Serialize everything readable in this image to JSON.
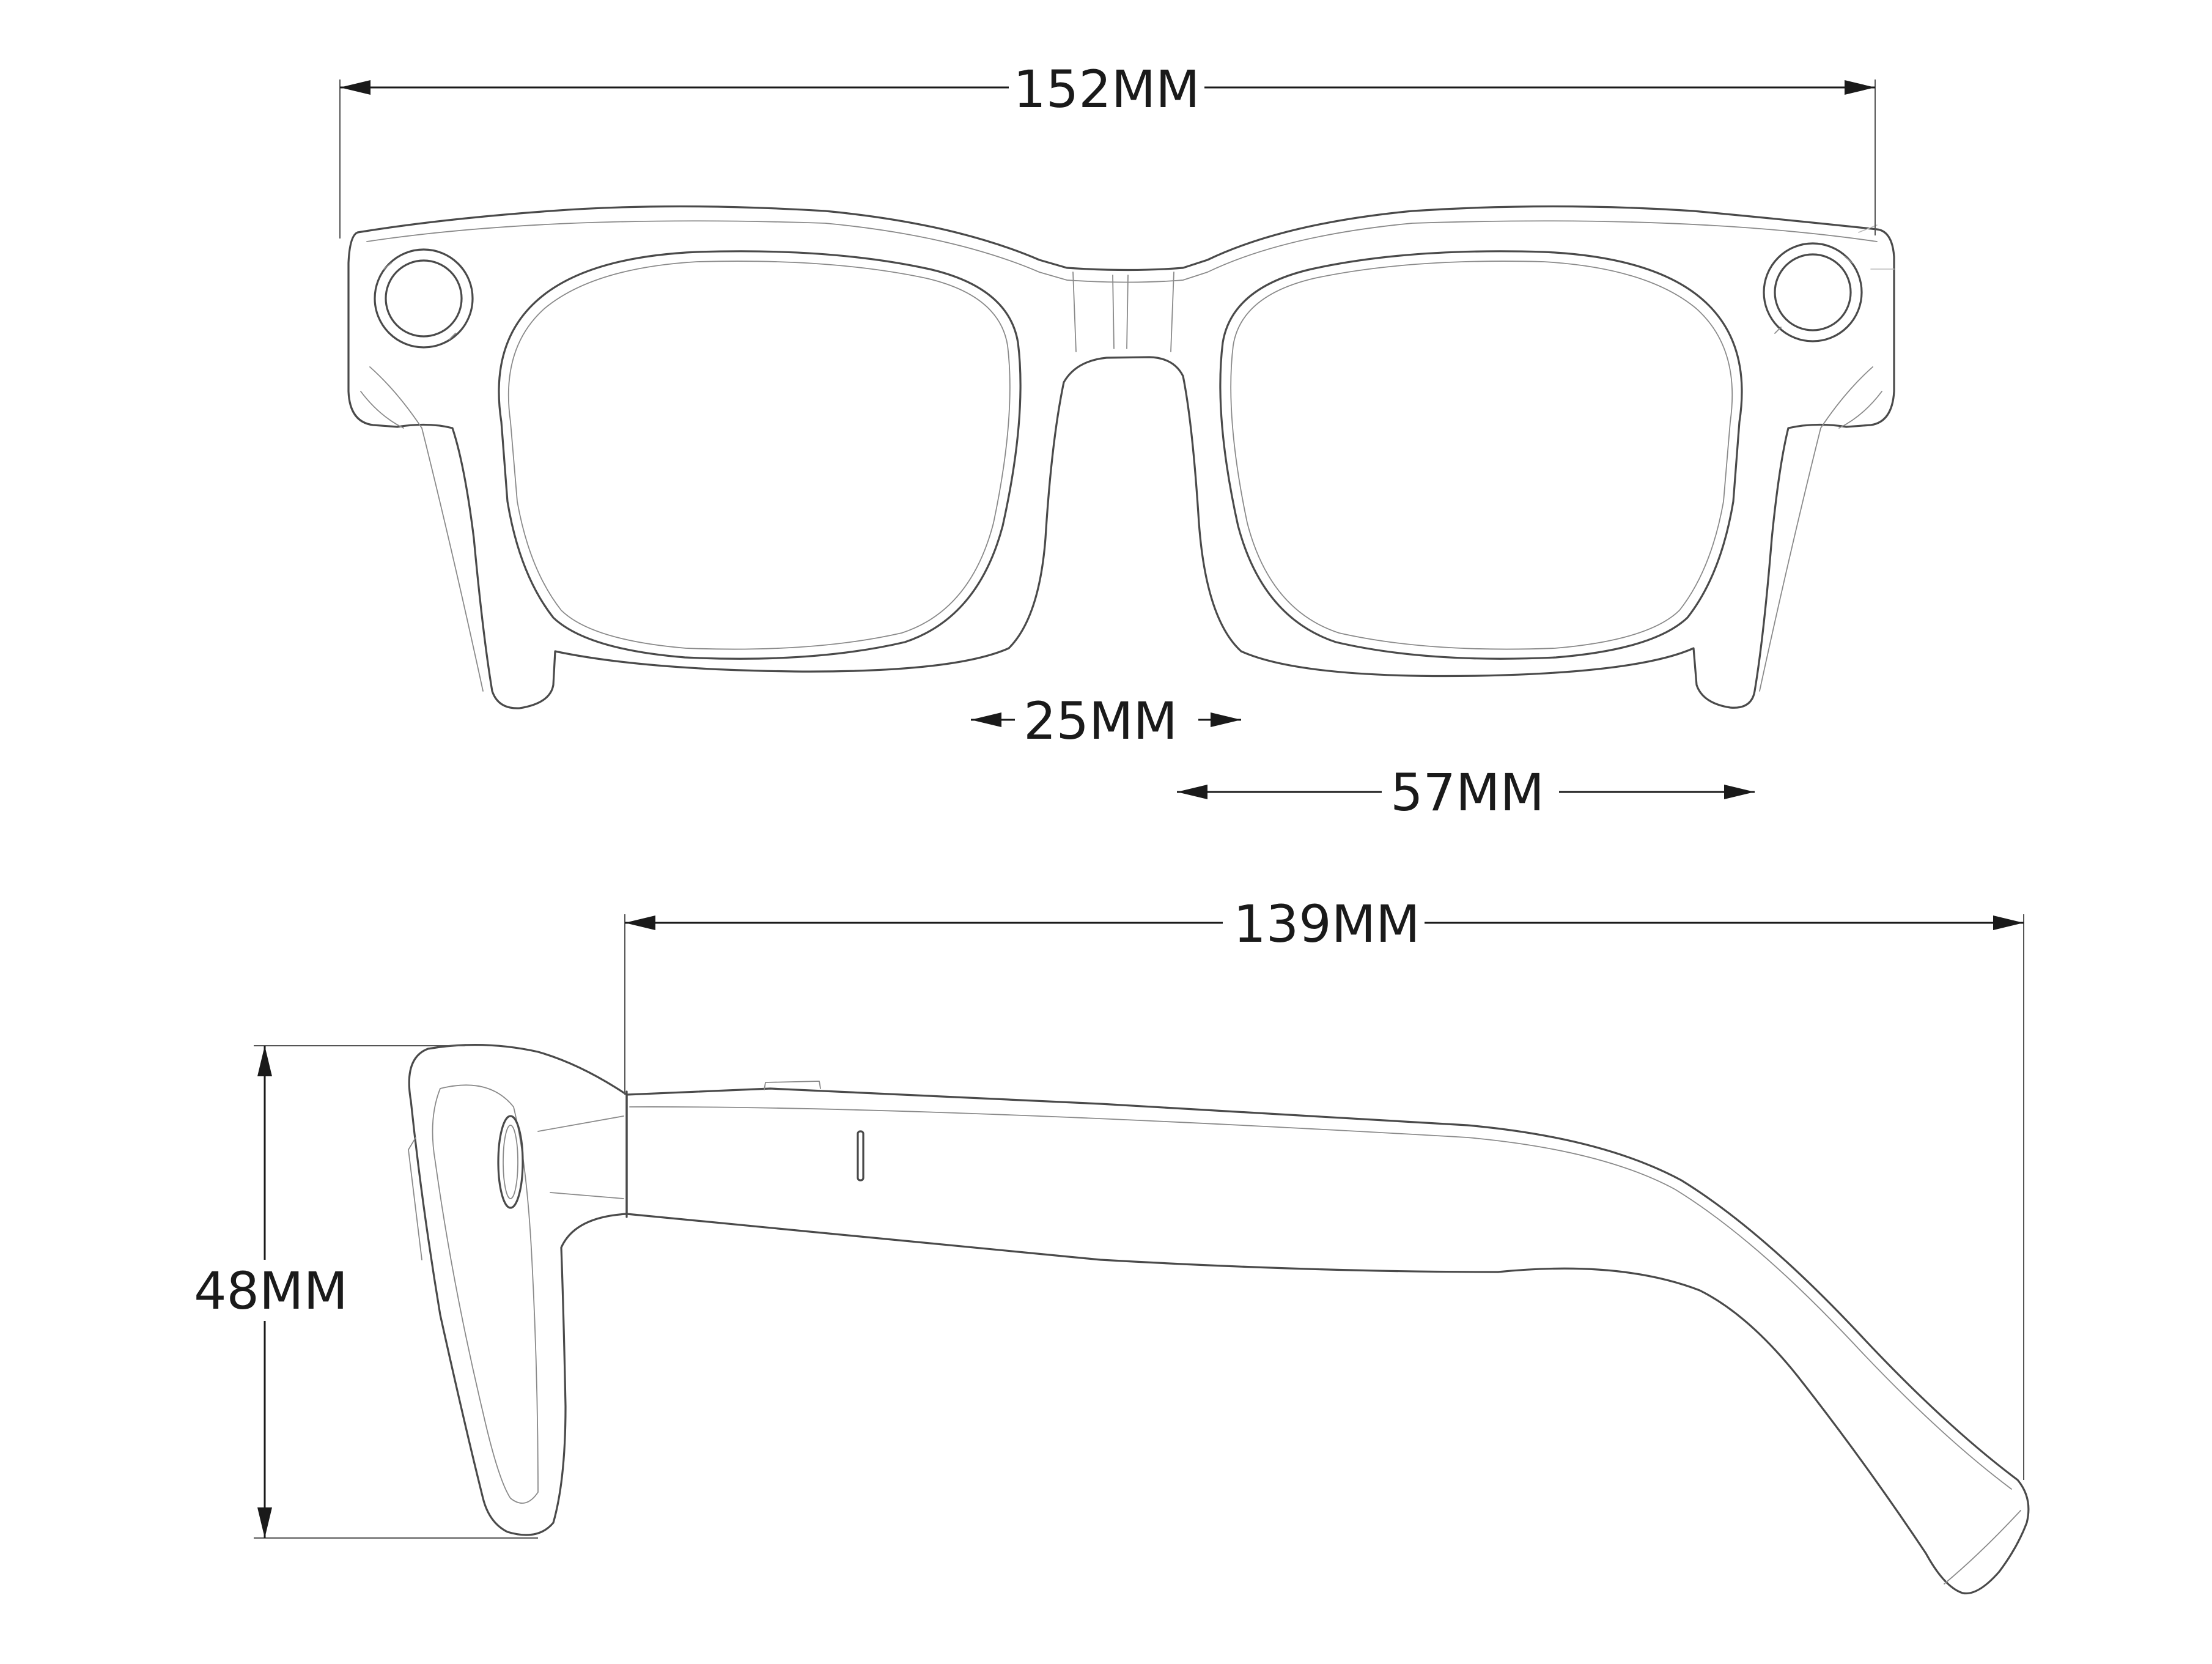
{
  "colors": {
    "line": "#4a4a4a",
    "dimension": "#1a1a1a",
    "background": "#ffffff"
  },
  "dimensions": {
    "overall_width": "152MM",
    "bridge_width": "25MM",
    "lens_width": "57MM",
    "temple_length": "139MM",
    "frame_height": "48MM"
  }
}
